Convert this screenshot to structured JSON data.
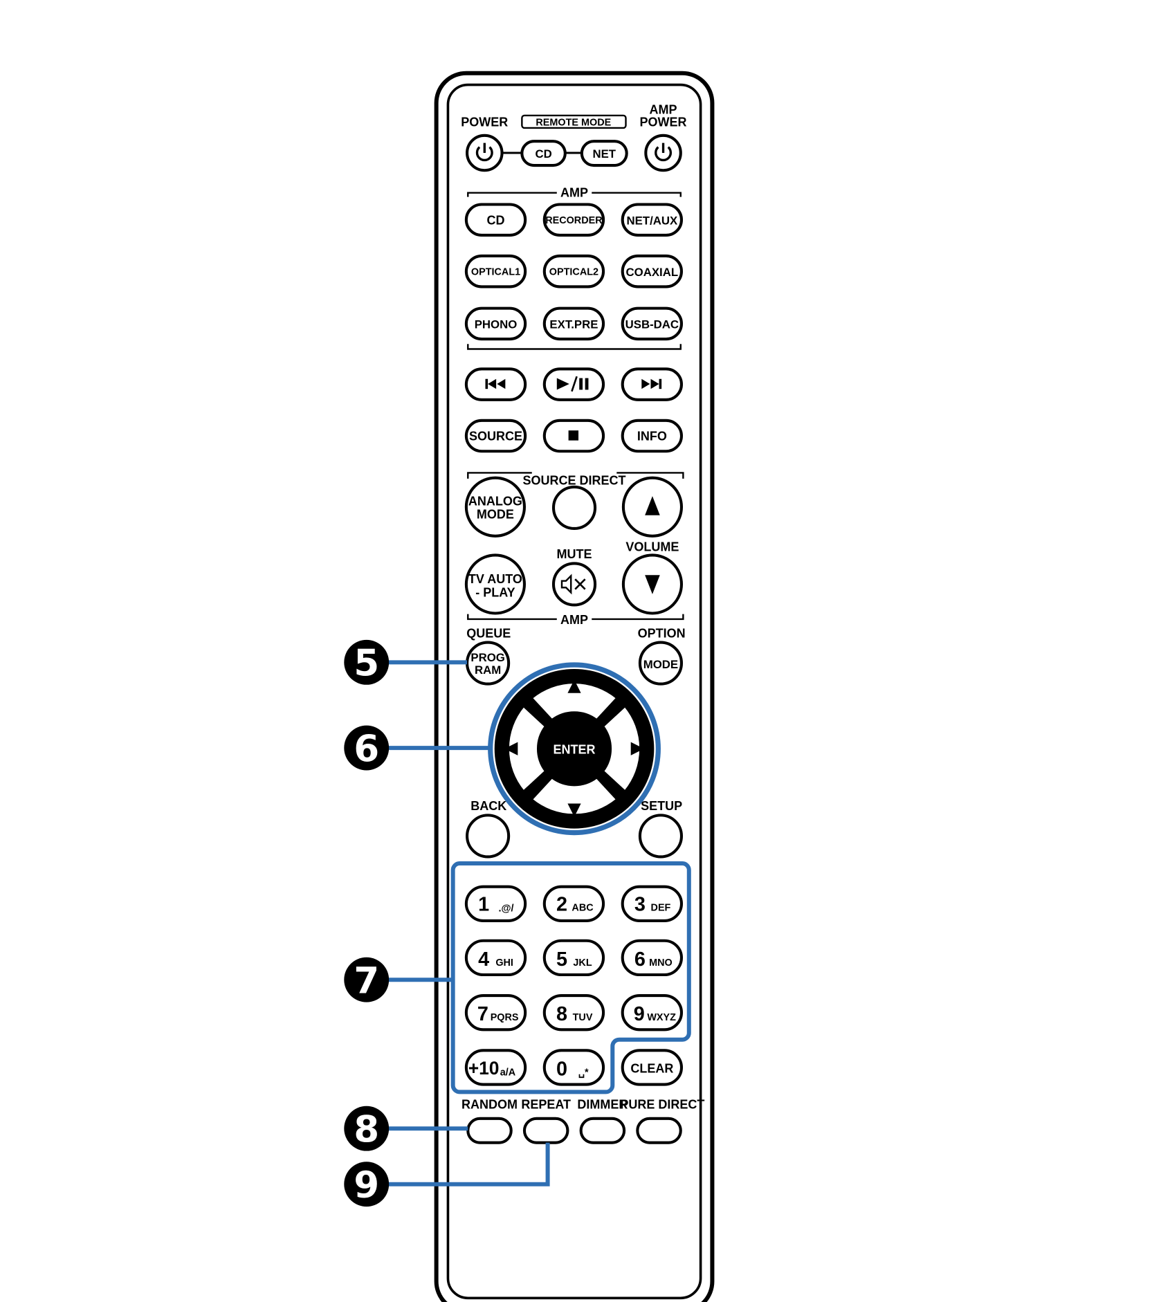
{
  "labels": {
    "power": "POWER",
    "remote_mode": "REMOTE MODE",
    "amp": "AMP",
    "amp_power_1": "AMP",
    "amp_power_2": "POWER",
    "source_direct": "SOURCE DIRECT",
    "mute": "MUTE",
    "volume": "VOLUME",
    "amp_bottom": "AMP",
    "queue": "QUEUE",
    "option": "OPTION",
    "back": "BACK",
    "setup": "SETUP",
    "random": "RANDOM",
    "repeat": "REPEAT",
    "dimmer": "DIMMER",
    "pure_direct": "PURE DIRECT"
  },
  "buttons": {
    "mode_cd": "CD",
    "mode_net": "NET",
    "cd": "CD",
    "recorder": "RECORDER",
    "net_aux": "NET/AUX",
    "optical1": "OPTICAL1",
    "optical2": "OPTICAL2",
    "coaxial": "COAXIAL",
    "phono": "PHONO",
    "ext_pre": "EXT.PRE",
    "usb_dac": "USB-DAC",
    "source": "SOURCE",
    "info": "INFO",
    "analog_mode_1": "ANALOG",
    "analog_mode_2": "MODE",
    "tv_auto_1": "TV AUTO",
    "tv_auto_2": "- PLAY",
    "program_1": "PROG",
    "program_2": "RAM",
    "mode": "MODE",
    "enter": "ENTER",
    "clear": "CLEAR"
  },
  "numpad": [
    {
      "num": "1",
      "sub": ".@/"
    },
    {
      "num": "2",
      "sub": "ABC"
    },
    {
      "num": "3",
      "sub": "DEF"
    },
    {
      "num": "4",
      "sub": "GHI"
    },
    {
      "num": "5",
      "sub": "JKL"
    },
    {
      "num": "6",
      "sub": "MNO"
    },
    {
      "num": "7",
      "sub": "PQRS"
    },
    {
      "num": "8",
      "sub": "TUV"
    },
    {
      "num": "9",
      "sub": "WXYZ"
    },
    {
      "num": "+10",
      "sub": "a/A"
    },
    {
      "num": "0",
      "sub": "␣*"
    }
  ],
  "callouts": [
    "5",
    "6",
    "7",
    "8",
    "9"
  ],
  "colors": {
    "highlight": "#2f6fb3",
    "ink": "#000000",
    "background": "#ffffff"
  }
}
